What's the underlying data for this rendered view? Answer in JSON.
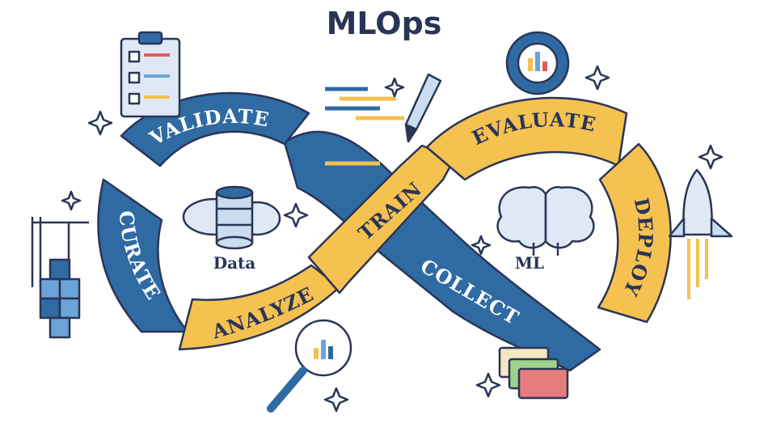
{
  "title": "MLOps",
  "stages": {
    "validate": "VALIDATE",
    "curate": "CURATE",
    "analyze": "ANALYZE",
    "train": "TRAIN",
    "collect": "COLLECT",
    "evaluate": "EVALUATE",
    "deploy": "DEPLOY"
  },
  "centers": {
    "left": "Data",
    "right": "ML"
  },
  "colors": {
    "blue": "#2f6aa3",
    "yellow": "#f5c150",
    "outline": "#2a3556"
  }
}
